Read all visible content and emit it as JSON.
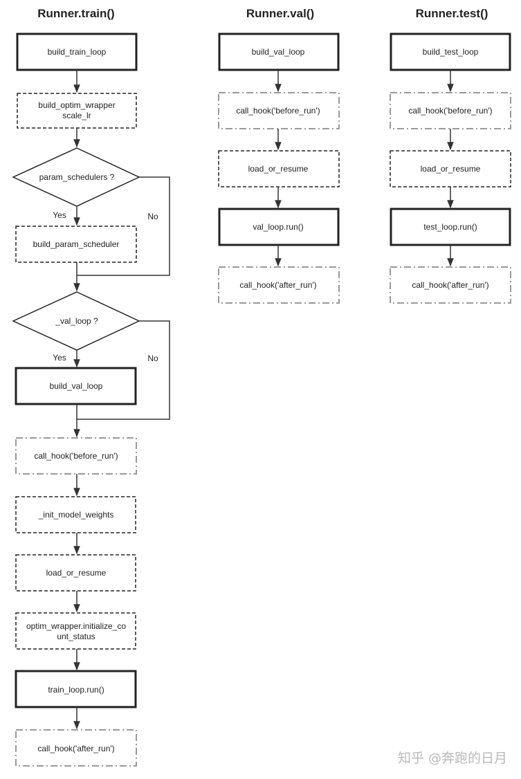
{
  "titles": {
    "train": "Runner.train()",
    "val": "Runner.val()",
    "test": "Runner.test()"
  },
  "train": {
    "build_train_loop": "build_train_loop",
    "build_optim_wrapper": "build_optim_wrapper",
    "scale_lr": "scale_lr",
    "param_schedulers_q": "param_schedulers ?",
    "yes1": "Yes",
    "no1": "No",
    "build_param_scheduler": "build_param_scheduler",
    "val_loop_q": "_val_loop ?",
    "yes2": "Yes",
    "no2": "No",
    "build_val_loop": "build_val_loop",
    "call_hook_before_run": "call_hook('before_run')",
    "init_model_weights": "_init_model_weights",
    "load_or_resume": "load_or_resume",
    "optim_init_line1": "optim_wrapper.initialize_co",
    "optim_init_line2": "unt_status",
    "train_loop_run": "train_loop.run()",
    "call_hook_after_run": "call_hook('after_run')"
  },
  "val": {
    "build_val_loop": "build_val_loop",
    "call_hook_before_run": "call_hook('before_run')",
    "load_or_resume": "load_or_resume",
    "val_loop_run": "val_loop.run()",
    "call_hook_after_run": "call_hook('after_run')"
  },
  "test": {
    "build_test_loop": "build_test_loop",
    "call_hook_before_run": "call_hook('before_run')",
    "load_or_resume": "load_or_resume",
    "test_loop_run": "test_loop.run()",
    "call_hook_after_run": "call_hook('after_run')"
  },
  "watermark": "知乎 @奔跑的日月"
}
